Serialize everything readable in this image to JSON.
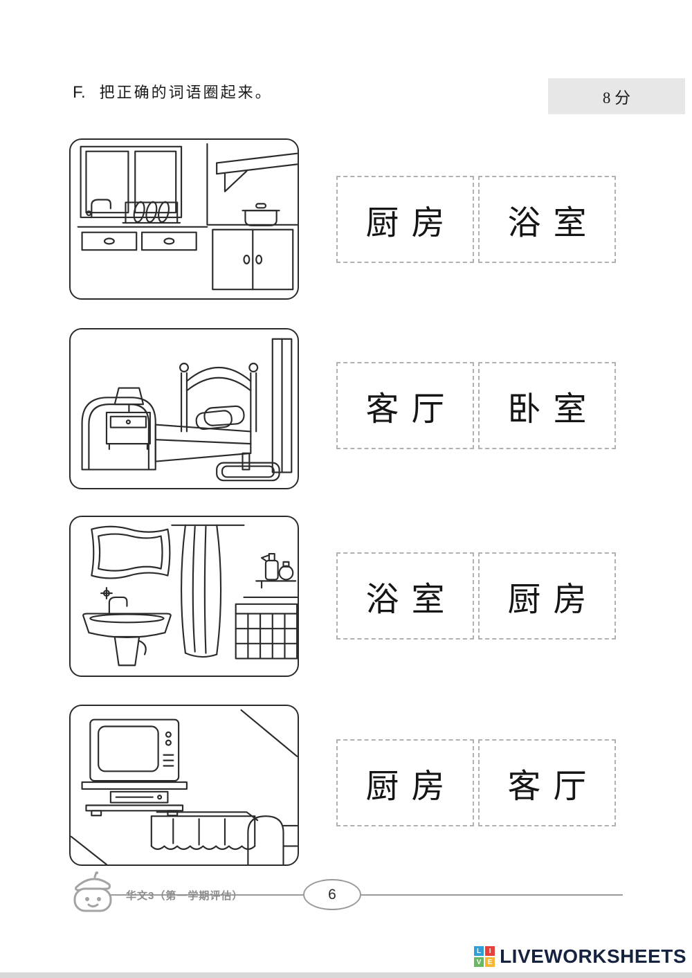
{
  "header": {
    "section_letter": "F.",
    "section_title": "把正确的词语圈起来。",
    "points": "8 分"
  },
  "questions": [
    {
      "scene": "kitchen",
      "options": [
        "厨房",
        "浴室"
      ]
    },
    {
      "scene": "bedroom",
      "options": [
        "客厅",
        "卧室"
      ]
    },
    {
      "scene": "bathroom",
      "options": [
        "浴室",
        "厨房"
      ]
    },
    {
      "scene": "living-room",
      "options": [
        "厨房",
        "客厅"
      ]
    }
  ],
  "footer": {
    "book_label": "华文3（第一学期评估）",
    "page_number": "6",
    "brand_name": "LIVEWORKSHEETS",
    "logo_letters": [
      "L",
      "I",
      "V",
      "E"
    ]
  },
  "colors": {
    "points_box_bg": "#e7e7e7",
    "line_art": "#2b2b2b",
    "dashed_border": "#b0b0b0",
    "footer_gray": "#8c8c8c",
    "brand_navy": "#16233f",
    "logo_blue": "#2f9fd8",
    "logo_red": "#e8413c",
    "logo_green": "#69b764",
    "logo_yellow": "#f7b733"
  }
}
